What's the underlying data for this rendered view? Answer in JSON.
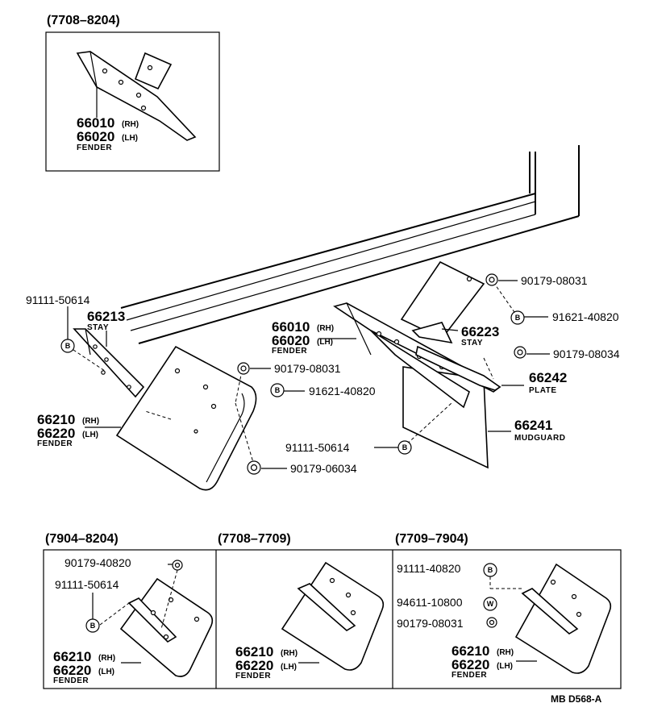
{
  "insets": {
    "top": {
      "period": "(7708–8204)",
      "num_rh": "66010",
      "num_lh": "66020",
      "rh": "(RH)",
      "lh": "(LH)",
      "name": "FENDER"
    },
    "left": {
      "period": "(7904–8204)",
      "nut": "90179-40820",
      "bolt": "91111-50614",
      "num_rh": "66210",
      "num_lh": "66220",
      "rh": "(RH)",
      "lh": "(LH)",
      "name": "FENDER"
    },
    "middle": {
      "period": "(7708–7709)",
      "num_rh": "66210",
      "num_lh": "66220",
      "rh": "(RH)",
      "lh": "(LH)",
      "name": "FENDER"
    },
    "right": {
      "period": "(7709–7904)",
      "bolt": "91111-40820",
      "washer": "94611-10800",
      "nut": "90179-08031",
      "num_rh": "66210",
      "num_lh": "66220",
      "rh": "(RH)",
      "lh": "(LH)",
      "name": "FENDER"
    }
  },
  "main": {
    "left_bolt": "91111-50614",
    "stay_left_num": "66213",
    "stay_left_name": "STAY",
    "fender_left_num_rh": "66210",
    "fender_left_num_lh": "66220",
    "fender_left_name": "FENDER",
    "nut_center": "90179-08031",
    "bolt_center": "91621-40820",
    "nut_bottom": "90179-06034",
    "fender_right_num_rh": "66010",
    "fender_right_num_lh": "66020",
    "fender_right_name": "FENDER",
    "nut_top_right": "90179-08031",
    "bolt_top_right": "91621-40820",
    "stay_right_num": "66223",
    "stay_right_name": "STAY",
    "nut_right": "90179-08034",
    "plate_num": "66242",
    "plate_name": "PLATE",
    "mudguard_bolt": "91111-50614",
    "mudguard_num": "66241",
    "mudguard_name": "MUDGUARD",
    "rh": "(RH)",
    "lh": "(LH)"
  },
  "symbols": {
    "bolt": "B",
    "washer": "W"
  },
  "reference": "MB D568-A"
}
